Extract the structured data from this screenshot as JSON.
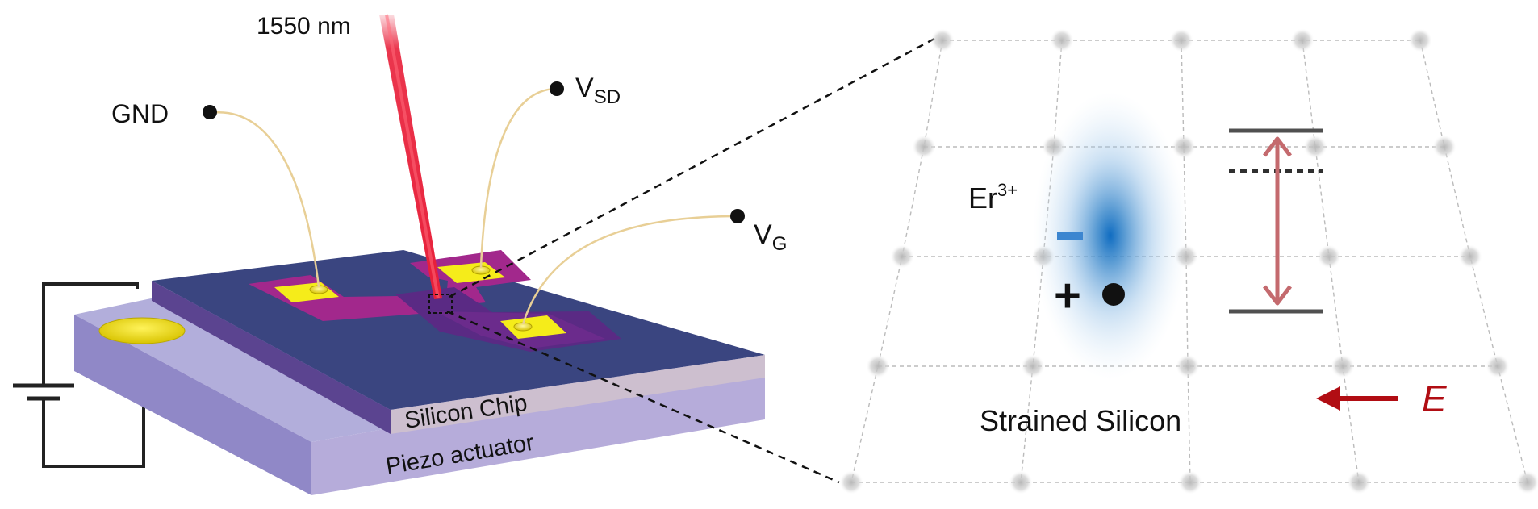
{
  "labels": {
    "laser": "1550 nm",
    "gnd": "GND",
    "vsd_main": "V",
    "vsd_sub": "SD",
    "vg_main": "V",
    "vg_sub": "G",
    "silicon_chip": "Silicon Chip",
    "piezo": "Piezo actuator",
    "ion_main": "Er",
    "ion_sup": "3+",
    "minus": "-",
    "plus": "+",
    "strained": "Strained Silicon",
    "field": "E"
  },
  "colors": {
    "chip_top": "#3a4580",
    "chip_left": "#5b4490",
    "chip_front": "#cdbfcf",
    "piezo_top": "#b2aedb",
    "piezo_left": "#9088c7",
    "piezo_front": "#b6acda",
    "pad": "#f5ec1a",
    "electrode": "#a2288c",
    "laser": "#e8203a",
    "wire": "#e8cf96",
    "lattice_line": "#bbbbbb",
    "level_line": "#505050",
    "transition_arrow": "#c46a6e",
    "field_arrow": "#b10d13",
    "carrier_cloud": "#2f82c8"
  }
}
